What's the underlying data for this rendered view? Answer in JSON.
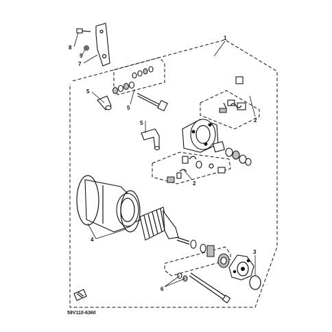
{
  "callouts": {
    "c1": "1",
    "c2a": "2",
    "c2b": "2",
    "c3": "3",
    "c4": "4",
    "c5a": "5",
    "c5b": "5",
    "c6": "6",
    "c7": "7",
    "c8": "8",
    "c9": "9"
  },
  "diagram_code": "59V110-6360"
}
